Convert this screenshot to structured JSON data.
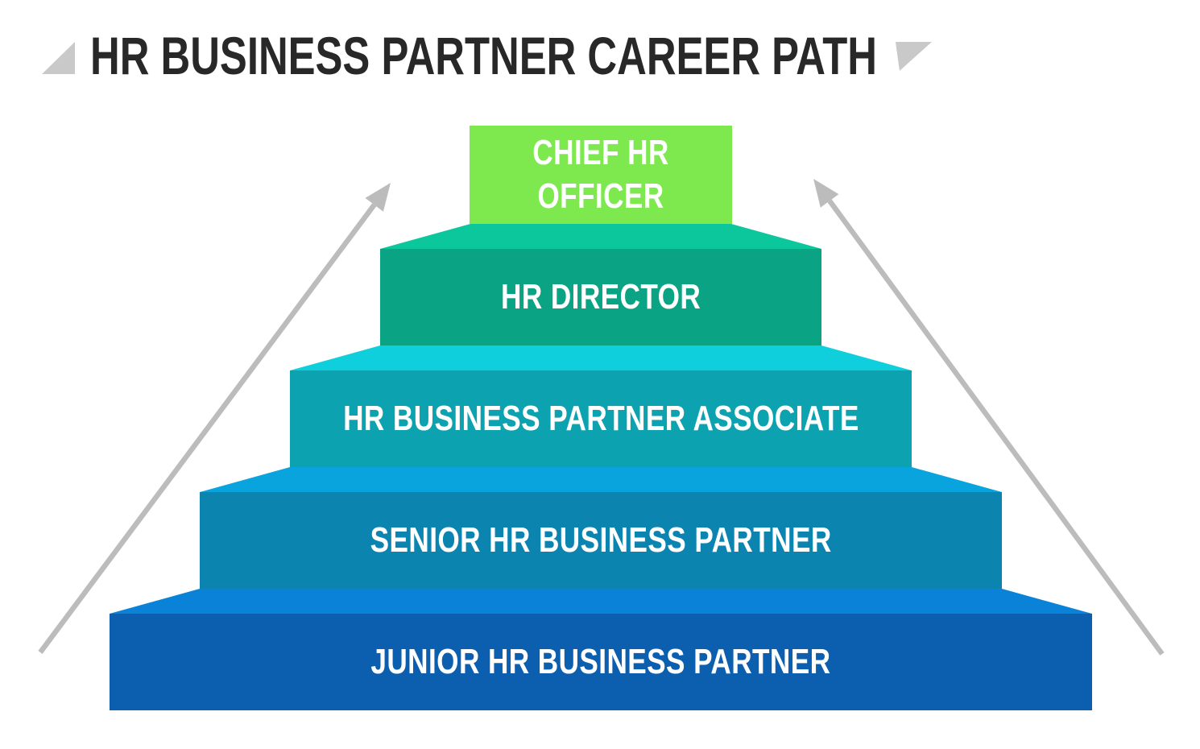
{
  "title": "HR BUSINESS PARTNER CAREER PATH",
  "levels": [
    {
      "label": "CHIEF HR OFFICER",
      "color": "#7DE94F"
    },
    {
      "label": "HR DIRECTOR",
      "top_color": "#0CC79C",
      "front_color": "#0AA383"
    },
    {
      "label": "HR BUSINESS PARTNER ASSOCIATE",
      "top_color": "#10CFDC",
      "front_color": "#0DA2AF"
    },
    {
      "label": "SENIOR HR BUSINESS PARTNER",
      "top_color": "#09A3DD",
      "front_color": "#0C84B0"
    },
    {
      "label": "JUNIOR HR BUSINESS PARTNER",
      "top_color": "#0A82D8",
      "front_color": "#0B5FAE"
    }
  ],
  "decorations": {
    "title_triangle_color": "#C9C9C9",
    "arrow_color": "#BCBCBC",
    "label_text_color": "#FFFFFF",
    "title_text_color": "#282828"
  }
}
